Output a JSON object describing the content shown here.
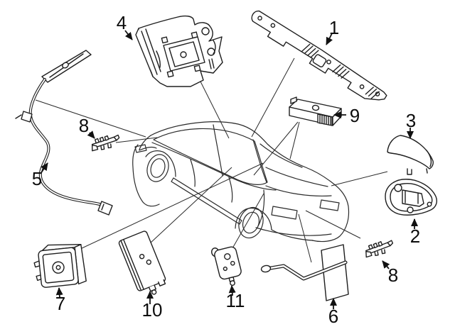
{
  "diagram": {
    "background": "#ffffff",
    "ink": "#1e1e1e",
    "callouts": {
      "n1": "1",
      "n2": "2",
      "n3": "3",
      "n4": "4",
      "n5": "5",
      "n6": "6",
      "n7": "7",
      "n8a": "8",
      "n8b": "8",
      "n9": "9",
      "n10": "10",
      "n11": "11"
    }
  }
}
